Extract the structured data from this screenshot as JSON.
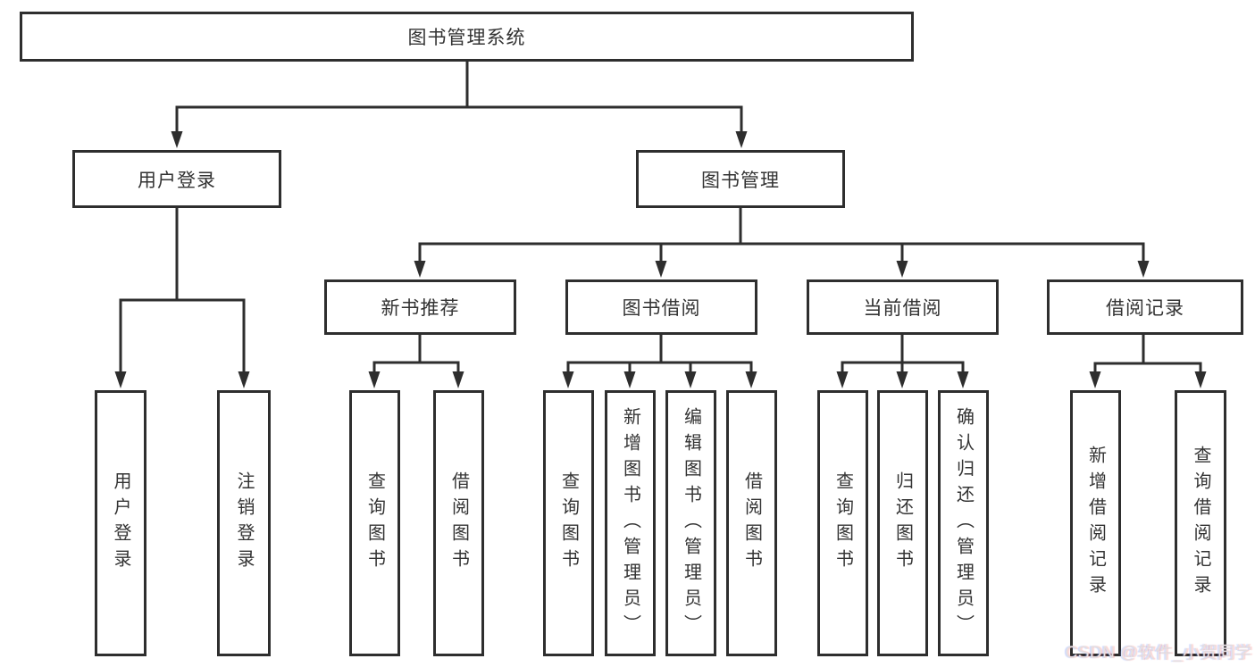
{
  "diagram": {
    "root": {
      "label": "图书管理系统"
    },
    "level2": {
      "user_login": {
        "label": "用户登录"
      },
      "book_management": {
        "label": "图书管理"
      }
    },
    "level3": {
      "new_book_recommend": {
        "label": "新书推荐"
      },
      "book_borrow": {
        "label": "图书借阅"
      },
      "current_borrow": {
        "label": "当前借阅"
      },
      "borrow_records": {
        "label": "借阅记录"
      }
    },
    "leaves": {
      "user_login_leaf": {
        "label": "用户登录"
      },
      "logout": {
        "label": "注销登录"
      },
      "nb_query_books": {
        "label": "查询图书"
      },
      "nb_borrow_books": {
        "label": "借阅图书"
      },
      "bb_query_books": {
        "label": "查询图书"
      },
      "bb_add_books": {
        "label": "新增图书（管理员）"
      },
      "bb_edit_books": {
        "label": "编辑图书（管理员）"
      },
      "bb_borrow_books": {
        "label": "借阅图书"
      },
      "cb_query_books": {
        "label": "查询图书"
      },
      "cb_return_books": {
        "label": "归还图书"
      },
      "cb_confirm_return": {
        "label": "确认归还（管理员）"
      },
      "br_add_record": {
        "label": "新增借阅记录"
      },
      "br_query_record": {
        "label": "查询借阅记录"
      }
    }
  },
  "watermark": {
    "text": "CSDN @软件_小贺同学"
  },
  "colors": {
    "line": "#2e2e2e",
    "text": "#333333",
    "box_background": "#ffffff"
  }
}
